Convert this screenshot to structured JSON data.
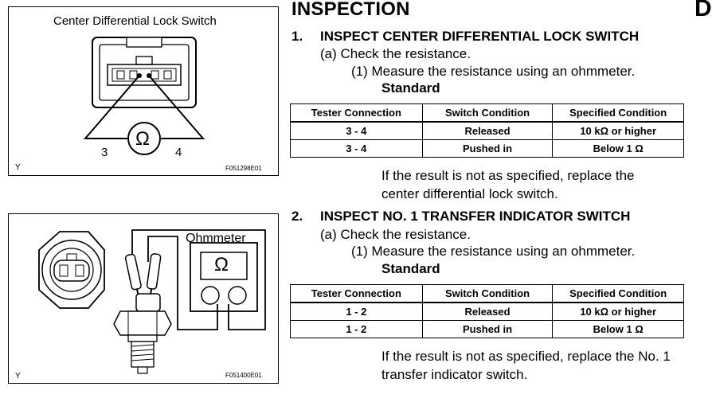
{
  "page": {
    "heading": "INSPECTION",
    "corner_letter": "D"
  },
  "figure1": {
    "title": "Center Differential Lock Switch",
    "terminal_left": "3",
    "terminal_right": "4",
    "ohm_symbol": "Ω",
    "y_mark": "Y",
    "code": "F051298E01"
  },
  "figure2": {
    "meter_label": "Ohmmeter",
    "ohm_symbol": "Ω",
    "y_mark": "Y",
    "code": "F051400E01"
  },
  "section1": {
    "number": "1.",
    "title": "INSPECT CENTER DIFFERENTIAL LOCK SWITCH",
    "step_a": "(a)  Check the resistance.",
    "step_1": "(1)  Measure the resistance using an ohmmeter.",
    "standard_label": "Standard",
    "table": {
      "headers": [
        "Tester Connection",
        "Switch Condition",
        "Specified Condition"
      ],
      "rows": [
        [
          "3 - 4",
          "Released",
          "10 kΩ or higher"
        ],
        [
          "3 - 4",
          "Pushed in",
          "Below 1 Ω"
        ]
      ]
    },
    "note": "If the result is not as specified, replace the center differential lock switch."
  },
  "section2": {
    "number": "2.",
    "title": "INSPECT NO. 1 TRANSFER INDICATOR SWITCH",
    "step_a": "(a)  Check the resistance.",
    "step_1": "(1)  Measure the resistance using an ohmmeter.",
    "standard_label": "Standard",
    "table": {
      "headers": [
        "Tester Connection",
        "Switch Condition",
        "Specified Condition"
      ],
      "rows": [
        [
          "1 - 2",
          "Released",
          "10 kΩ or higher"
        ],
        [
          "1 - 2",
          "Pushed in",
          "Below 1 Ω"
        ]
      ]
    },
    "note": "If the result is not as specified, replace the No. 1 transfer indicator switch."
  }
}
